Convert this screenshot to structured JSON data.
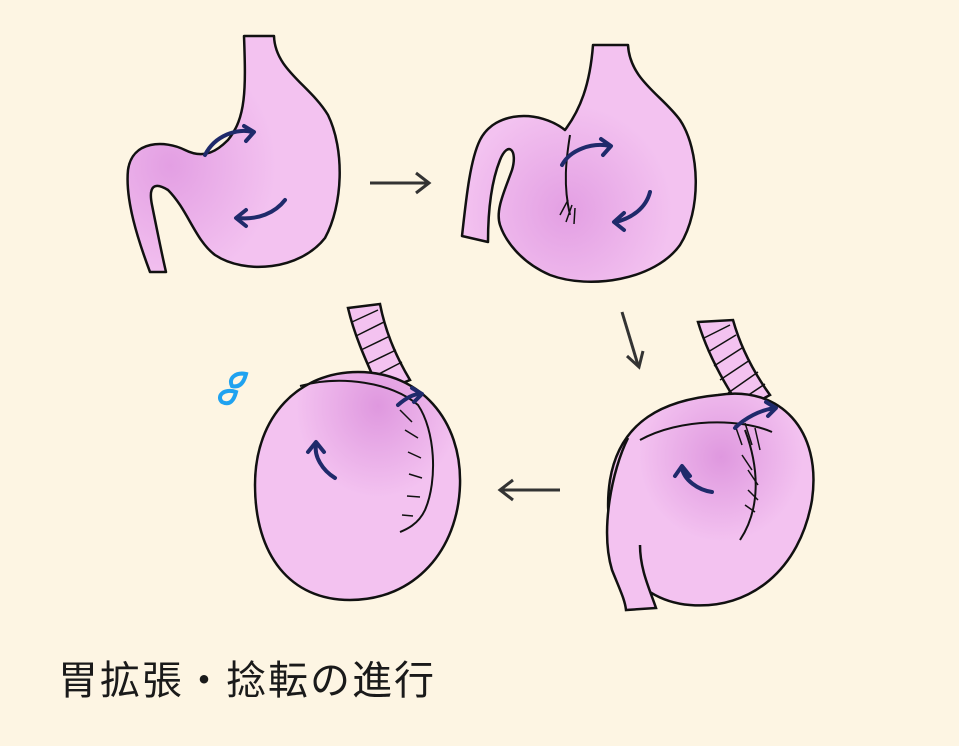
{
  "caption": "胃拡張・捻転の進行",
  "colors": {
    "background": "#fdf5e3",
    "stomach_fill": "#f3c2f0",
    "stomach_shade": "#e39fe3",
    "outline": "#111111",
    "arrow_rotation": "#1f2a6b",
    "arrow_step": "#333333",
    "sweat_drop": "#1fa2f0"
  },
  "steps": [
    {
      "name": "stage-1-normal"
    },
    {
      "name": "stage-2-twisting"
    },
    {
      "name": "stage-3-torsion"
    },
    {
      "name": "stage-4-full-distension"
    }
  ],
  "icons": [
    "rotation-arrow-icon",
    "step-arrow-icon",
    "sweat-drop-icon"
  ]
}
